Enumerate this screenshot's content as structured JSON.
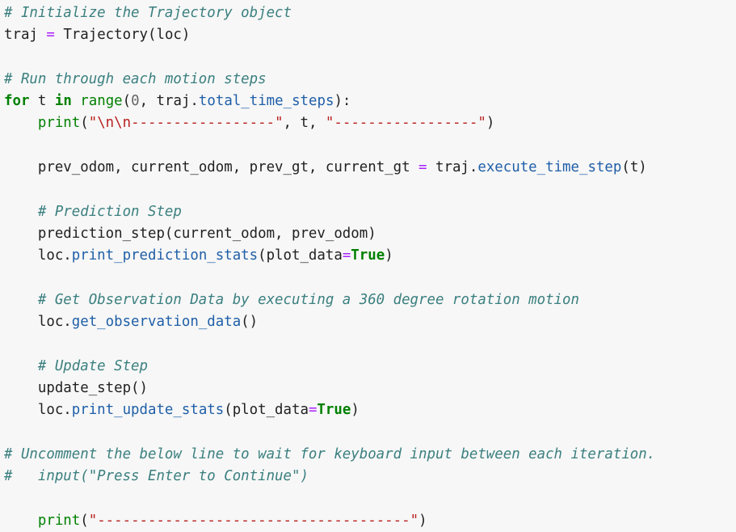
{
  "code": {
    "l1_comment": "# Initialize the Trajectory object",
    "l2_var": "traj ",
    "l2_eq": "=",
    "l2_rest": " Trajectory(loc)",
    "l4_comment": "# Run through each motion steps",
    "l5_for": "for",
    "l5_t": " t ",
    "l5_in": "in",
    "l5_sp": " ",
    "l5_range": "range",
    "l5_paren": "(",
    "l5_zero": "0",
    "l5_mid": ", traj.",
    "l5_attr": "total_time_steps",
    "l5_end": "):",
    "l6_indent": "    ",
    "l6_print": "print",
    "l6_open": "(",
    "l6_str1": "\"\\n\\n-----------------\"",
    "l6_mid": ", t, ",
    "l6_str2": "\"-----------------\"",
    "l6_close": ")",
    "l8_indent": "    ",
    "l8_vars": "prev_odom, current_odom, prev_gt, current_gt ",
    "l8_eq": "=",
    "l8_traj": " traj.",
    "l8_method": "execute_time_step",
    "l8_args": "(t)",
    "l10_comment": "    # Prediction Step",
    "l11_code": "    prediction_step(current_odom, prev_odom)",
    "l12_indent": "    loc.",
    "l12_method": "print_prediction_stats",
    "l12_open": "(plot_data",
    "l12_eq": "=",
    "l12_true": "True",
    "l12_close": ")",
    "l14_comment": "    # Get Observation Data by executing a 360 degree rotation motion",
    "l15_indent": "    loc.",
    "l15_method": "get_observation_data",
    "l15_args": "()",
    "l17_comment": "    # Update Step",
    "l18_code": "    update_step()",
    "l19_indent": "    loc.",
    "l19_method": "print_update_stats",
    "l19_open": "(plot_data",
    "l19_eq": "=",
    "l19_true": "True",
    "l19_close": ")",
    "l21_comment": "# Uncomment the below line to wait for keyboard input between each iteration.",
    "l22_comment": "#   input(\"Press Enter to Continue\")",
    "l24_indent": "    ",
    "l24_print": "print",
    "l24_open": "(",
    "l24_str": "\"-------------------------------------\"",
    "l24_close": ")"
  }
}
